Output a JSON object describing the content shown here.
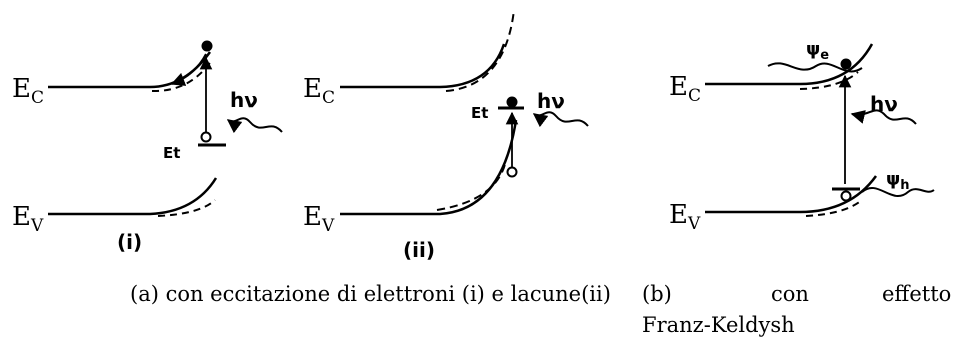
{
  "panel_a": {
    "diagram_i": {
      "ec": "E",
      "ec_sub": "C",
      "ev": "E",
      "ev_sub": "V",
      "et": "Et",
      "hv": "hν",
      "tag": "(i)"
    },
    "diagram_ii": {
      "ec": "E",
      "ec_sub": "C",
      "ev": "E",
      "ev_sub": "V",
      "et": "Et",
      "hv": "hν",
      "tag": "(ii)"
    },
    "caption": "(a) con eccitazione di elettroni (i) e lacune(ii)"
  },
  "panel_b": {
    "ec": "E",
    "ec_sub": "C",
    "ev": "E",
    "ev_sub": "V",
    "hv": "hν",
    "psi_e": "ψ",
    "psi_e_sub": "e",
    "psi_h": "ψ",
    "psi_h_sub": "h",
    "caption_line1_a": "(b)",
    "caption_line1_b": "con",
    "caption_line1_c": "effetto",
    "caption_line2": "Franz-Keldysh"
  },
  "colors": {
    "ink": "#000000",
    "background": "#ffffff"
  }
}
